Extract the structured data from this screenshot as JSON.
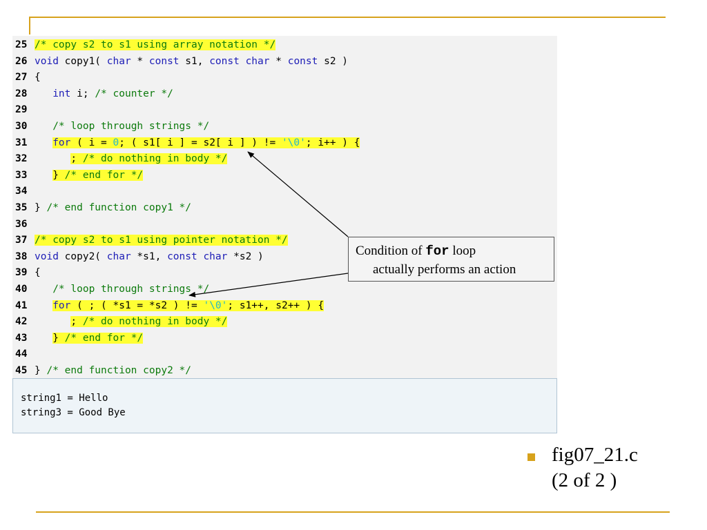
{
  "code": {
    "lines": [
      {
        "num": "25",
        "highlight": true,
        "segments": [
          {
            "t": "/* copy s2 to s1 using array notation */",
            "c": "cm"
          }
        ]
      },
      {
        "num": "26",
        "highlight": false,
        "segments": [
          {
            "t": "void",
            "c": "kw"
          },
          {
            "t": " copy1( ",
            "c": ""
          },
          {
            "t": "char",
            "c": "kw"
          },
          {
            "t": " * ",
            "c": ""
          },
          {
            "t": "const",
            "c": "kw"
          },
          {
            "t": " s1, ",
            "c": ""
          },
          {
            "t": "const char",
            "c": "kw"
          },
          {
            "t": " * ",
            "c": ""
          },
          {
            "t": "const",
            "c": "kw"
          },
          {
            "t": " s2 )",
            "c": ""
          }
        ]
      },
      {
        "num": "27",
        "highlight": false,
        "segments": [
          {
            "t": "{",
            "c": ""
          }
        ]
      },
      {
        "num": "28",
        "highlight": false,
        "segments": [
          {
            "t": "   ",
            "c": ""
          },
          {
            "t": "int",
            "c": "kw"
          },
          {
            "t": " i; ",
            "c": ""
          },
          {
            "t": "/* counter */",
            "c": "cm"
          }
        ]
      },
      {
        "num": "29",
        "highlight": false,
        "segments": []
      },
      {
        "num": "30",
        "highlight": false,
        "segments": [
          {
            "t": "   ",
            "c": ""
          },
          {
            "t": "/* loop through strings */",
            "c": "cm"
          }
        ]
      },
      {
        "num": "31",
        "highlight": false,
        "segments": [
          {
            "t": "   ",
            "c": ""
          },
          {
            "t": "for",
            "c": "kw hl"
          },
          {
            "t": " ( i = ",
            "c": "hl"
          },
          {
            "t": "0",
            "c": "lit hl"
          },
          {
            "t": "; ( s1[ i ] = s2[ i ] ) != ",
            "c": "hl"
          },
          {
            "t": "'\\0'",
            "c": "lit hl"
          },
          {
            "t": "; i++ ) {",
            "c": "hl"
          }
        ]
      },
      {
        "num": "32",
        "highlight": false,
        "segments": [
          {
            "t": "      ",
            "c": ""
          },
          {
            "t": "; ",
            "c": "hl"
          },
          {
            "t": "/* do nothing in body */",
            "c": "cm hl"
          }
        ]
      },
      {
        "num": "33",
        "highlight": false,
        "segments": [
          {
            "t": "   ",
            "c": ""
          },
          {
            "t": "} ",
            "c": "hl"
          },
          {
            "t": "/* end for */",
            "c": "cm hl"
          }
        ]
      },
      {
        "num": "34",
        "highlight": false,
        "segments": []
      },
      {
        "num": "35",
        "highlight": false,
        "segments": [
          {
            "t": "} ",
            "c": ""
          },
          {
            "t": "/* end function copy1 */",
            "c": "cm"
          }
        ]
      },
      {
        "num": "36",
        "highlight": false,
        "segments": []
      },
      {
        "num": "37",
        "highlight": true,
        "segments": [
          {
            "t": "/* copy s2 to s1 using pointer notation */",
            "c": "cm"
          }
        ]
      },
      {
        "num": "38",
        "highlight": false,
        "segments": [
          {
            "t": "void",
            "c": "kw"
          },
          {
            "t": " copy2( ",
            "c": ""
          },
          {
            "t": "char",
            "c": "kw"
          },
          {
            "t": " *s1, ",
            "c": ""
          },
          {
            "t": "const char",
            "c": "kw"
          },
          {
            "t": " *s2 )",
            "c": ""
          }
        ]
      },
      {
        "num": "39",
        "highlight": false,
        "segments": [
          {
            "t": "{",
            "c": ""
          }
        ]
      },
      {
        "num": "40",
        "highlight": false,
        "segments": [
          {
            "t": "   ",
            "c": ""
          },
          {
            "t": "/* loop through strings */",
            "c": "cm"
          }
        ]
      },
      {
        "num": "41",
        "highlight": false,
        "segments": [
          {
            "t": "   ",
            "c": ""
          },
          {
            "t": "for",
            "c": "kw hl"
          },
          {
            "t": " ( ; ( *s1 = *s2 ) != ",
            "c": "hl"
          },
          {
            "t": "'\\0'",
            "c": "lit hl"
          },
          {
            "t": "; s1++, s2++ ) {",
            "c": "hl"
          }
        ]
      },
      {
        "num": "42",
        "highlight": false,
        "segments": [
          {
            "t": "      ",
            "c": ""
          },
          {
            "t": "; ",
            "c": "hl"
          },
          {
            "t": "/* do nothing in body */",
            "c": "cm hl"
          }
        ]
      },
      {
        "num": "43",
        "highlight": false,
        "segments": [
          {
            "t": "   ",
            "c": ""
          },
          {
            "t": "} ",
            "c": "hl"
          },
          {
            "t": "/* end for */",
            "c": "cm hl"
          }
        ]
      },
      {
        "num": "44",
        "highlight": false,
        "segments": []
      },
      {
        "num": "45",
        "highlight": false,
        "segments": [
          {
            "t": "} ",
            "c": ""
          },
          {
            "t": "/* end function copy2 */",
            "c": "cm"
          }
        ]
      }
    ]
  },
  "output": {
    "line1": "string1 = Hello",
    "line2": "string3 = Good Bye"
  },
  "callout": {
    "prefix": "Condition of ",
    "code_word": "for",
    "suffix": " loop",
    "line2": "actually performs an action"
  },
  "slide": {
    "file_name": "fig07_21.c",
    "page_info": "(2 of 2 )"
  },
  "colors": {
    "accent_rule": "#d7a21c",
    "keyword": "#1c1cb6",
    "comment": "#0c7a0c",
    "literal": "#25b7c9",
    "highlight": "#ffff33"
  }
}
